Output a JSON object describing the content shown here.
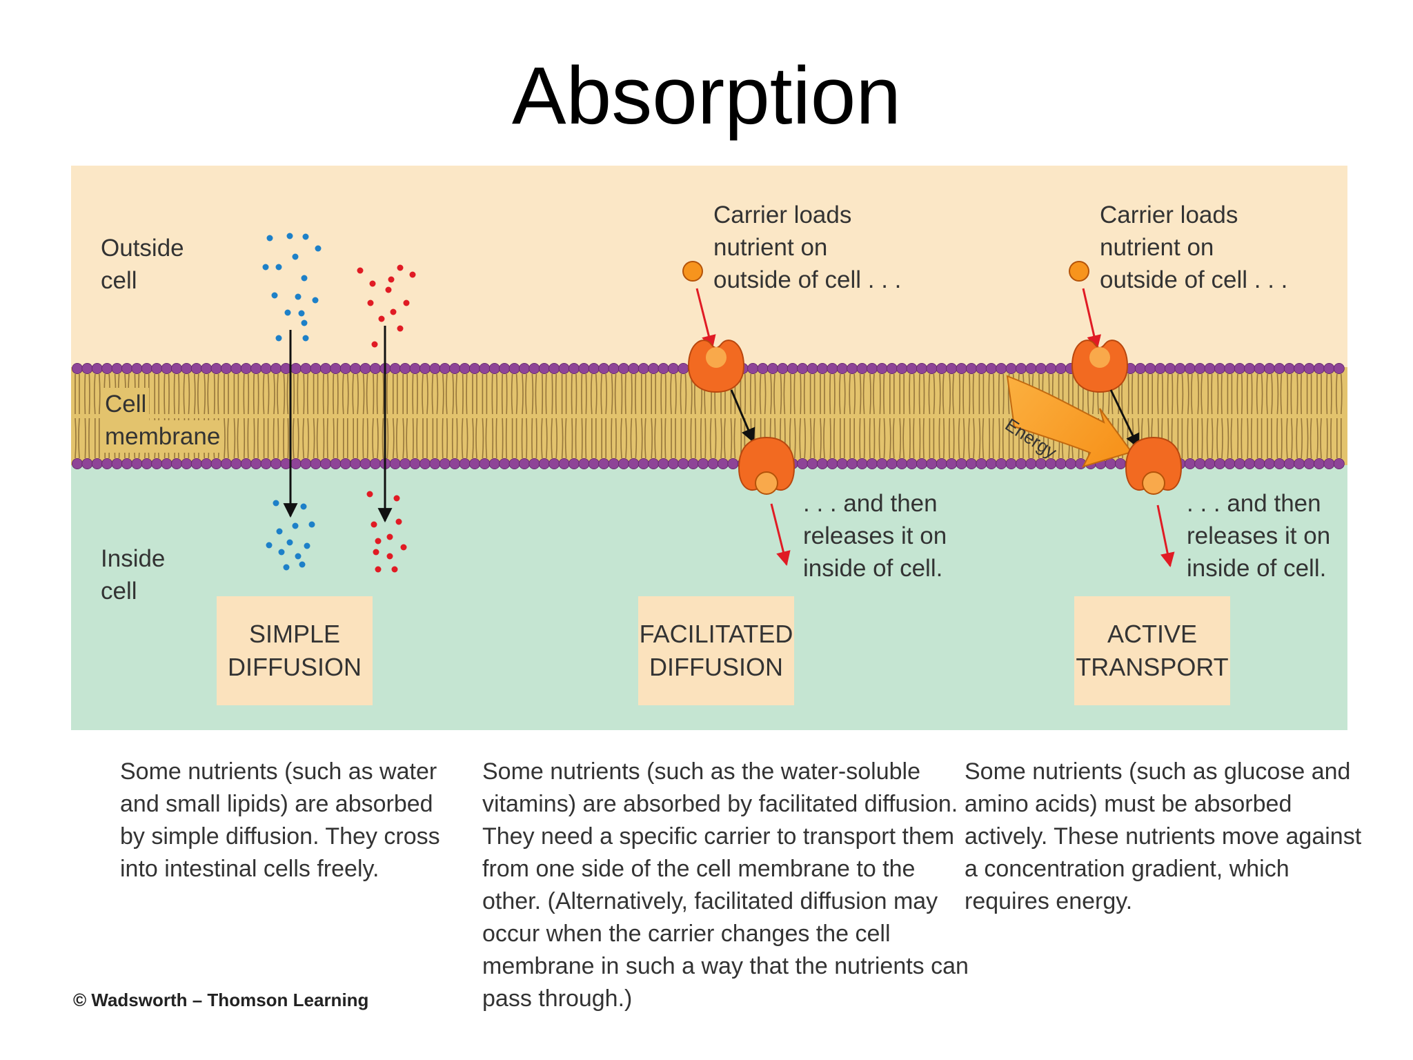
{
  "title": "Absorption",
  "colors": {
    "outside": "#fbe7c6",
    "inside": "#c5e5d2",
    "membrane": "#e3c36d",
    "head": "#8e4497",
    "carrier": "#f26a21",
    "nutrient_blue": "#1d80c8",
    "nutrient_red": "#e01b24",
    "label_box": "#fbe2bd"
  },
  "labels": {
    "outside": [
      "Outside",
      "cell"
    ],
    "membrane": [
      "Cell",
      "membrane"
    ],
    "inside": [
      "Inside",
      "cell"
    ]
  },
  "carrier_loads": [
    "Carrier loads",
    "nutrient on",
    "outside of cell . . ."
  ],
  "releases": [
    ". . . and then",
    "releases it on",
    "inside of cell."
  ],
  "energy": "Energy",
  "boxes": {
    "simple": [
      "SIMPLE",
      "DIFFUSION"
    ],
    "facilitated": [
      "FACILITATED",
      "DIFFUSION"
    ],
    "active": [
      "ACTIVE",
      "TRANSPORT"
    ]
  },
  "descriptions": {
    "simple": [
      "Some nutrients (such as water",
      "and small lipids) are absorbed",
      "by simple diffusion. They cross",
      "into intestinal cells freely."
    ],
    "facilitated": [
      "Some nutrients (such as the water-soluble",
      "vitamins) are absorbed by facilitated diffusion.",
      "They need a specific carrier to transport them",
      "from one side of the cell membrane to the",
      "other. (Alternatively, facilitated diffusion may",
      "occur when the carrier changes the cell",
      "membrane in such a way that the nutrients can",
      "pass through.)"
    ],
    "active": [
      "Some nutrients (such as glucose and",
      "amino acids) must be absorbed",
      "actively. These nutrients move against",
      "a concentration gradient, which",
      "requires energy."
    ]
  },
  "copyright": "© Wadsworth – Thomson Learning"
}
